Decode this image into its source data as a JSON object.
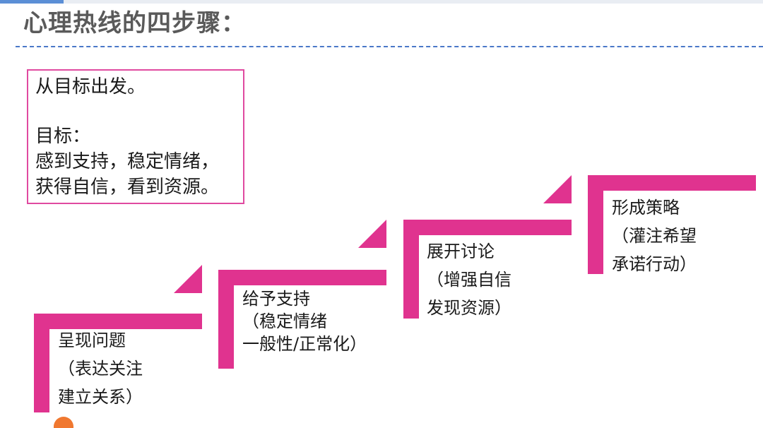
{
  "title": "心理热线的四步骤：",
  "goal_box": {
    "lines": [
      "从目标出发。",
      "目标：",
      "感到支持，稳定情绪，",
      "获得自信，看到资源。"
    ]
  },
  "steps": [
    {
      "lines": [
        "呈现问题",
        "（表达关注",
        "建立关系）"
      ]
    },
    {
      "lines": [
        "给予支持",
        "（稳定情绪",
        "一般性/正常化）"
      ]
    },
    {
      "lines": [
        "展开讨论",
        "（增强自信",
        "发现资源）"
      ]
    },
    {
      "lines": [
        "形成策略",
        "（灌注希望",
        "承诺行动）"
      ]
    }
  ],
  "colors": {
    "accent": "#e0338f",
    "box_border": "#e04aa0",
    "divider": "#4a78c8",
    "title": "#5a5a5a"
  }
}
